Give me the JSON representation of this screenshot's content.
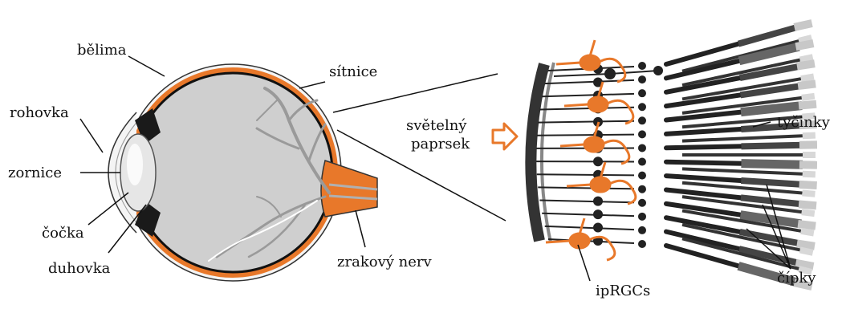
{
  "labels": {
    "sclera": "bělima",
    "cornea": "rohovka",
    "pupil": "zornice",
    "lens": "čočka",
    "iris": "duhovka",
    "retina": "sítnice",
    "optic_nerve": "zrakový nerv",
    "light_ray_line1": "světelný",
    "light_ray_line2": "paprsek",
    "rods": "tyčinky",
    "cones": "čípky",
    "iprgc": "ipRGCs"
  },
  "colors": {
    "orange": "#e8782a",
    "eye_fill": "#cfcfcf",
    "outline": "#111111",
    "nerve_gray": "#8a8a8a"
  }
}
